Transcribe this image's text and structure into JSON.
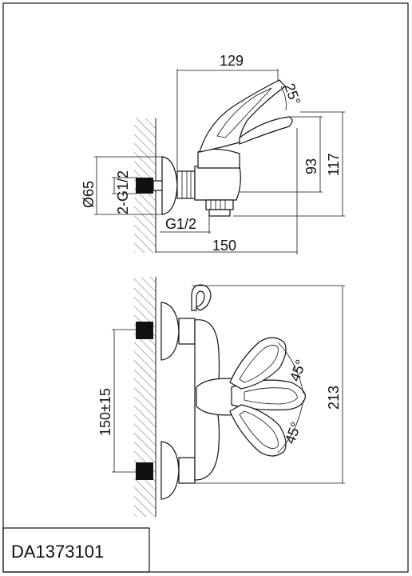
{
  "product_code": "DA1373101",
  "side_view": {
    "dim_length": "129",
    "dim_angle": "25°",
    "dim_height_a": "93",
    "dim_height_b": "117",
    "dim_flange": "Ø65",
    "dim_inlet_thread": "2-G1/2",
    "dim_outlet_thread": "G1/2",
    "dim_projection": "150"
  },
  "front_view": {
    "dim_angle_upper": "45°",
    "dim_angle_lower": "45°",
    "dim_center_distance": "150±15",
    "dim_total_height": "213"
  }
}
